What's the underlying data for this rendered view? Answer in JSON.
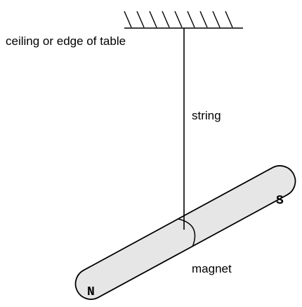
{
  "labels": {
    "ceiling": "ceiling or edge of table",
    "string": "string",
    "magnet": "magnet"
  },
  "poles": {
    "north": "N",
    "south": "S"
  },
  "colors": {
    "line": "#000000",
    "magnet_fill": "#e6e6e6",
    "background": "#ffffff"
  }
}
